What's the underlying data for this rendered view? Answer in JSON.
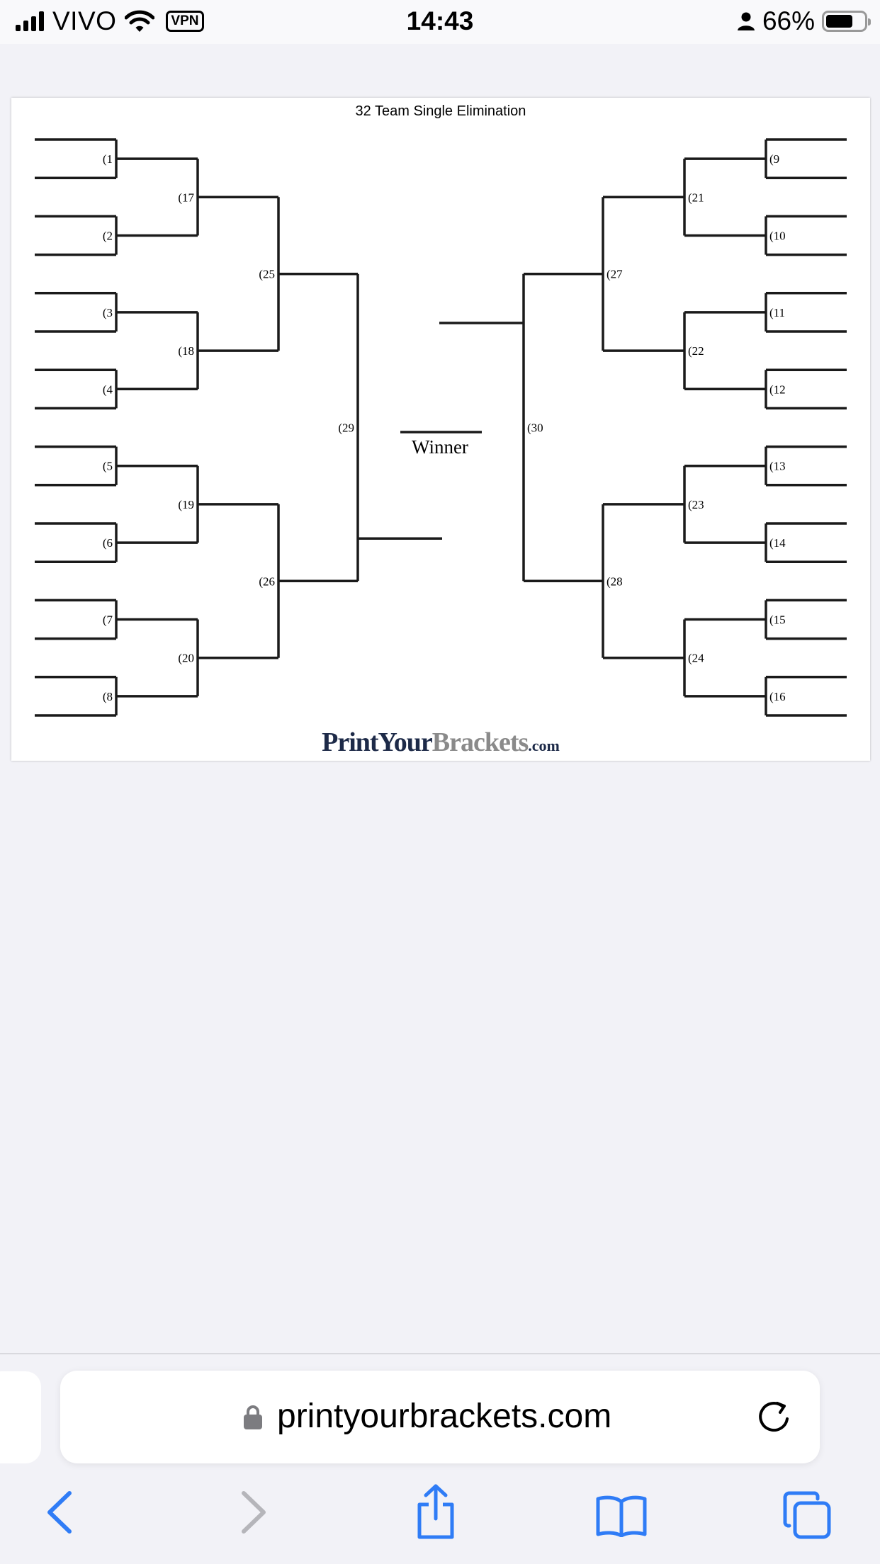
{
  "status_bar": {
    "carrier": "VIVO",
    "vpn": "VPN",
    "time": "14:43",
    "battery_percent": "66%",
    "battery_level": 0.66,
    "icons": [
      "signal-icon",
      "wifi-icon",
      "person-icon",
      "battery-icon"
    ]
  },
  "bracket": {
    "title": "32 Team Single Elimination",
    "winner_label": "Winner",
    "left_round1": [
      "(1",
      "(2",
      "(3",
      "(4",
      "(5",
      "(6",
      "(7",
      "(8"
    ],
    "left_round2": [
      "(17",
      "(18",
      "(19",
      "(20"
    ],
    "left_round3": [
      "(25",
      "(26"
    ],
    "left_round4": [
      "(29"
    ],
    "right_round1": [
      "(9",
      "(10",
      "(11",
      "(12",
      "(13",
      "(14",
      "(15",
      "(16"
    ],
    "right_round2": [
      "(21",
      "(22",
      "(23",
      "(24"
    ],
    "right_round3": [
      "(27",
      "(28"
    ],
    "right_round4": [
      "(30"
    ],
    "brand": {
      "part1": "PrintYour",
      "part2": "Brackets",
      "part3": ".com"
    }
  },
  "browser": {
    "url": "printyourbrackets.com",
    "icons": [
      "lock-icon",
      "reload-icon",
      "back-icon",
      "forward-icon",
      "share-icon",
      "bookmarks-icon",
      "tabs-icon"
    ],
    "accent_color": "#2f7cf6",
    "disabled_color": "#b5b5ba"
  }
}
